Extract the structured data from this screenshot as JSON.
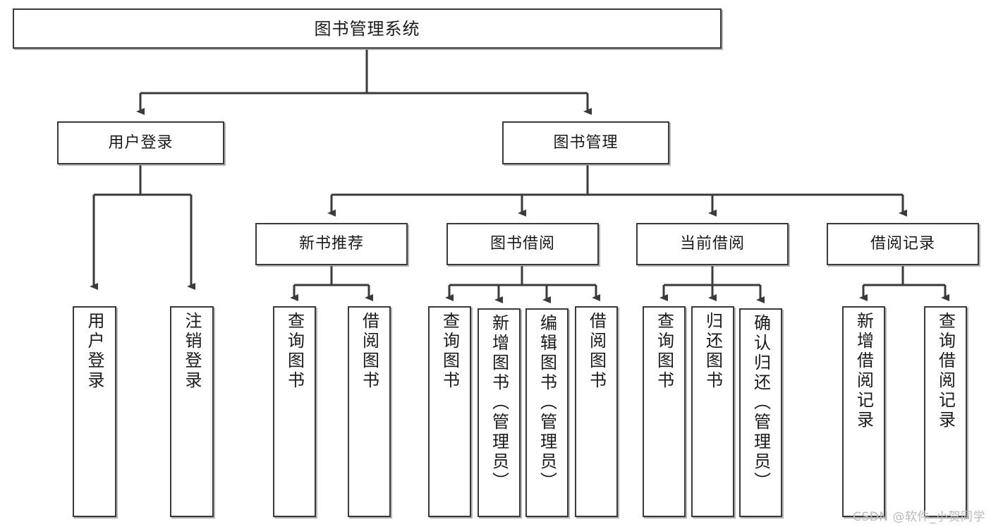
{
  "diagram": {
    "type": "tree",
    "title": "图书管理系统",
    "stroke_color": "#3a3a3a",
    "text_color": "#1a1a1a",
    "background": "#ffffff",
    "watermark": "CSDN @软件_小贺同学",
    "nodes": {
      "root": "图书管理系统",
      "level1": [
        "用户登录",
        "图书管理"
      ],
      "level2": [
        "新书推荐",
        "图书借阅",
        "当前借阅",
        "借阅记录"
      ],
      "leaves_user_login": [
        "用户登录",
        "注销登录"
      ],
      "leaves_new_book": [
        "查询图书",
        "借阅图书"
      ],
      "leaves_book_borrow": [
        "查询图书",
        "新增图书（管理员）",
        "编辑图书（管理员）",
        "借阅图书"
      ],
      "leaves_current_borrow": [
        "查询图书",
        "归还图书",
        "确认归还（管理员）"
      ],
      "leaves_borrow_record": [
        "新增借阅记录",
        "查询借阅记录"
      ]
    }
  }
}
